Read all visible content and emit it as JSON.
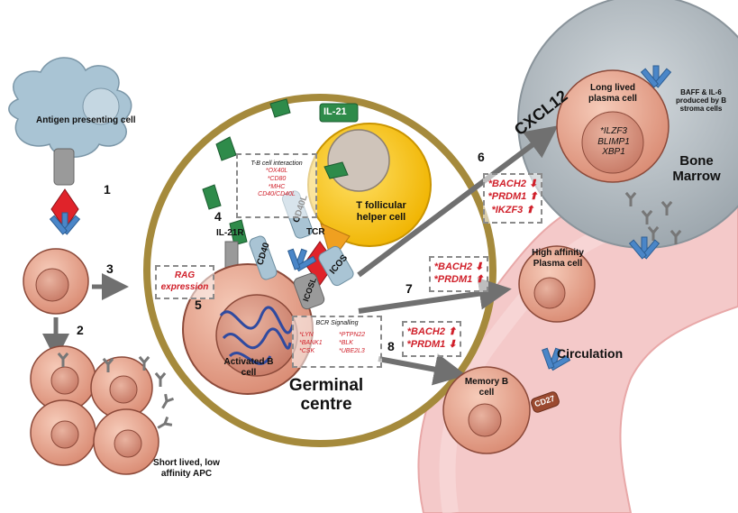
{
  "colors": {
    "cell_fill": "#e8a48e",
    "cell_stroke": "#8c4a3a",
    "germinal_ring": "#a58a3c",
    "tfh_fill": "#f5c400",
    "bone_marrow_fill": "#b7c0c6",
    "vessel_fill": "#f4c9c9",
    "antibody_blue": "#4a86c8",
    "cytokine_green": "#2e8b4a",
    "mhc_red": "#e0232a",
    "tcr_orange": "#f0a020",
    "arrow_grey": "#707070",
    "label_red": "#d0202a"
  },
  "apc": {
    "label": "Antigen presenting cell"
  },
  "steps": {
    "s1": "1",
    "s2": "2",
    "s3": "3",
    "s4": "4",
    "s5": "5",
    "s6": "6",
    "s7": "7",
    "s8": "8"
  },
  "short_lived": {
    "label": "Short lived, low affinity APC"
  },
  "germinal_centre": {
    "label": "Germinal centre"
  },
  "tfh": {
    "label": "T follicular helper cell"
  },
  "activated_b": {
    "label": "Activated B cell"
  },
  "cytokine": {
    "il21": "IL-21",
    "il21r": "IL-21R"
  },
  "receptors": {
    "cd40l": "CD40L",
    "cd40": "CD40",
    "tcr": "TCR",
    "icos": "ICOS",
    "icosl": "ICOSL",
    "cd27": "CD27"
  },
  "tb_interaction": {
    "title": "T-B cell interaction",
    "items": [
      "*OX40L",
      "*CD80",
      "*MHC",
      "CD40/CD40L"
    ]
  },
  "rag": {
    "line1": "RAG",
    "line2": "expression"
  },
  "bcr": {
    "title": "BCR Signalling",
    "col1": [
      "*LYN",
      "*BANK1",
      "*CSK"
    ],
    "col2": [
      "*PTPN22",
      "*BLK",
      "*UBE2L3"
    ]
  },
  "bone_marrow": {
    "label": "Bone Marrow",
    "chemokine": "CXCL12",
    "plasma_label": "Long lived plasma cell",
    "genes": [
      "*ILZF3",
      "BLIMP1",
      "XBP1"
    ],
    "baff_text": "BAFF & IL-6 produced by B stroma cells"
  },
  "box6": {
    "genes": [
      "*BACH2",
      "*PRDM1",
      "*IKZF3"
    ],
    "dirs": [
      "down",
      "up",
      "up"
    ]
  },
  "box7": {
    "genes": [
      "*BACH2",
      "*PRDM1"
    ],
    "dirs": [
      "down",
      "up"
    ]
  },
  "box8": {
    "genes": [
      "*BACH2",
      "*PRDM1"
    ],
    "dirs": [
      "up",
      "down"
    ]
  },
  "high_affinity": {
    "label": "High affinity Plasma cell"
  },
  "circulation": {
    "label": "Circulation"
  },
  "memory": {
    "label": "Memory B cell"
  }
}
